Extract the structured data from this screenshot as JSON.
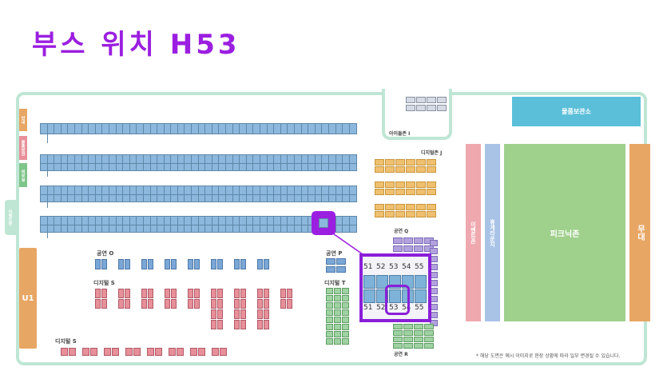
{
  "title": "부스 위치 H53",
  "zones": {
    "top_left_1": "안내",
    "top_left_2": "물품보관",
    "top_left_3": "의무실",
    "side_label": "이벤트존",
    "u1": "U1",
    "locker": "물품보관소",
    "picnic": "피크닉존",
    "stage": "무대",
    "vert_pink": "이벤트존",
    "vert_blue": "휴게라운지",
    "idol_I": "아이돌존 I",
    "digital_J": "디지털존 J",
    "stage_O": "공연 O",
    "stage_P": "공연 P",
    "stage_Q": "공연 Q",
    "stage_R": "공연 R",
    "digital_S_1": "디지털 S",
    "digital_S_2": "디지털 S",
    "digital_T": "디지털 T"
  },
  "zoom": {
    "top": [
      "51",
      "52",
      "53",
      "54",
      "55"
    ],
    "bottom": [
      "51",
      "52",
      "53",
      "54",
      "55"
    ]
  },
  "footnote": "* 해당 도면은 예시 이미지로 현장 상황에 따라 일부 변경될 수 있습니다.",
  "colors": {
    "accent": "#9b1fe0",
    "booth_blue": "#8cb8de",
    "frame": "#bfe6d4",
    "picnic": "#9fd08c",
    "locker": "#5bbfd9",
    "stage": "#e8a664",
    "u1": "#e8a664"
  }
}
